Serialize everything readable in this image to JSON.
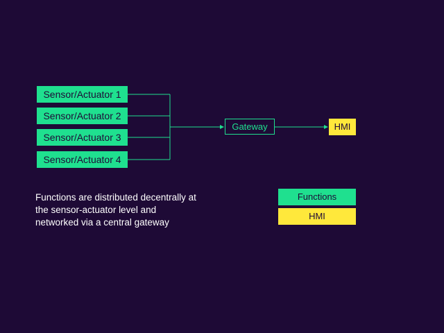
{
  "diagram": {
    "sensors": [
      {
        "label": "Sensor/Actuator 1"
      },
      {
        "label": "Sensor/Actuator 2"
      },
      {
        "label": "Sensor/Actuator 3"
      },
      {
        "label": "Sensor/Actuator 4"
      }
    ],
    "gateway": {
      "label": "Gateway"
    },
    "hmi": {
      "label": "HMI"
    },
    "description": [
      "Functions are distributed decentrally at",
      "the sensor-actuator level and",
      "networked via a central gateway"
    ],
    "legend": {
      "functions_label": "Functions",
      "hmi_label": "HMI"
    },
    "colors": {
      "background": "#1e0a36",
      "functions": "#1fe08f",
      "hmi": "#ffe83b",
      "text": "#ffffff"
    }
  }
}
